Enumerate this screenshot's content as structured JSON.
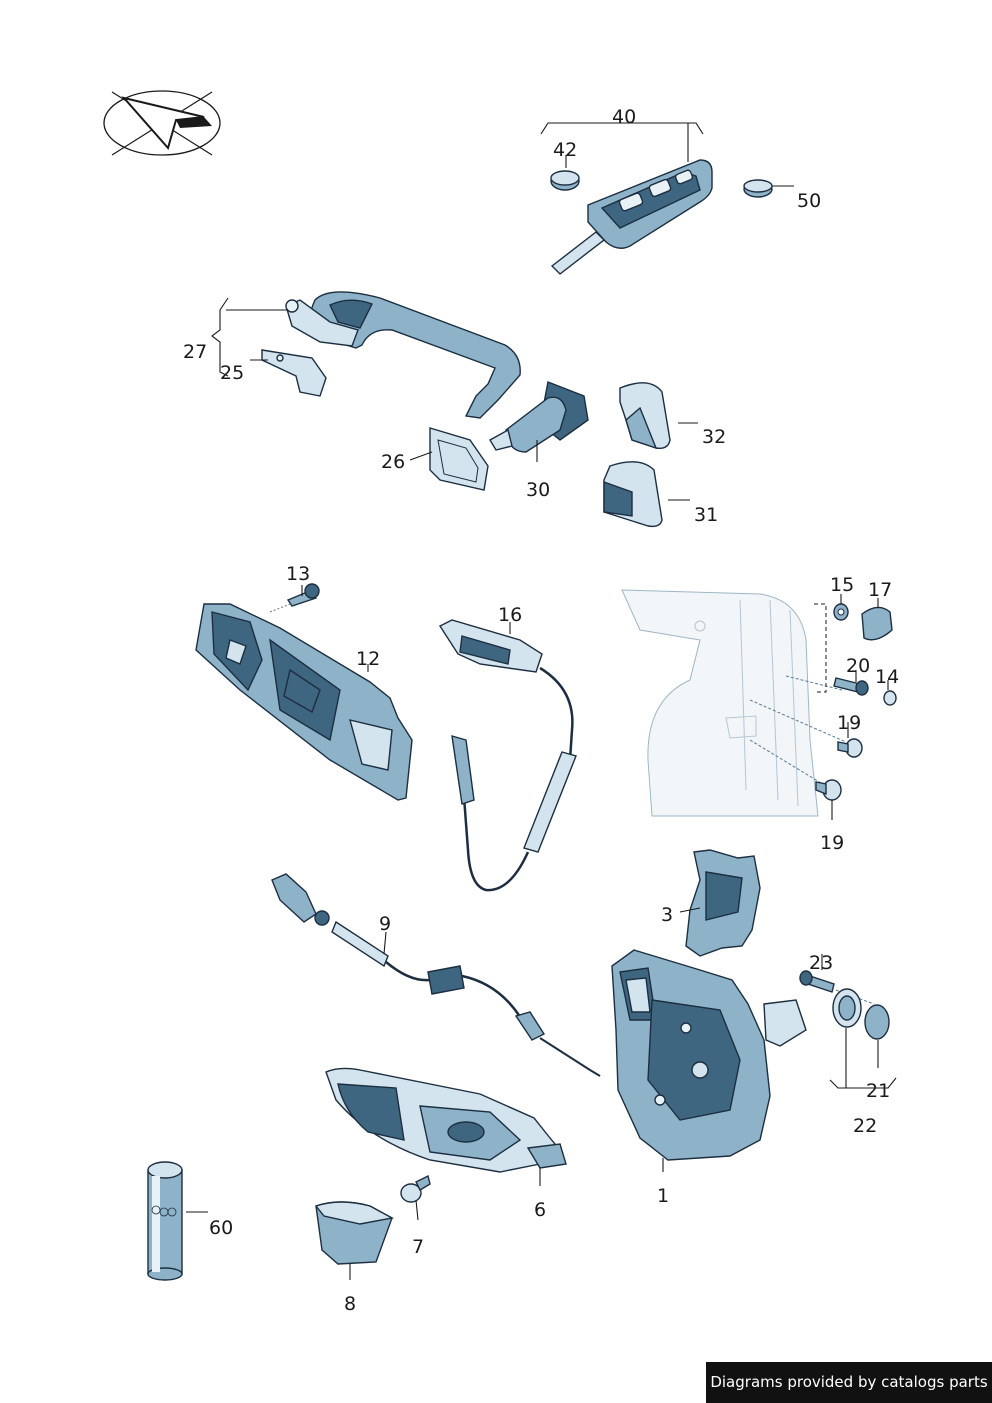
{
  "callouts": [
    {
      "id": "40",
      "label": "40"
    },
    {
      "id": "42",
      "label": "42"
    },
    {
      "id": "50",
      "label": "50"
    },
    {
      "id": "27",
      "label": "27"
    },
    {
      "id": "25",
      "label": "25"
    },
    {
      "id": "26",
      "label": "26"
    },
    {
      "id": "30",
      "label": "30"
    },
    {
      "id": "32",
      "label": "32"
    },
    {
      "id": "31",
      "label": "31"
    },
    {
      "id": "13",
      "label": "13"
    },
    {
      "id": "12",
      "label": "12"
    },
    {
      "id": "16",
      "label": "16"
    },
    {
      "id": "15",
      "label": "15"
    },
    {
      "id": "17",
      "label": "17"
    },
    {
      "id": "20",
      "label": "20"
    },
    {
      "id": "14",
      "label": "14"
    },
    {
      "id": "19a",
      "label": "19"
    },
    {
      "id": "19b",
      "label": "19"
    },
    {
      "id": "9",
      "label": "9"
    },
    {
      "id": "3",
      "label": "3"
    },
    {
      "id": "23",
      "label": "23"
    },
    {
      "id": "21",
      "label": "21"
    },
    {
      "id": "22",
      "label": "22"
    },
    {
      "id": "1",
      "label": "1"
    },
    {
      "id": "6",
      "label": "6"
    },
    {
      "id": "7",
      "label": "7"
    },
    {
      "id": "8",
      "label": "8"
    },
    {
      "id": "60",
      "label": "60"
    }
  ],
  "footer": {
    "credit": "Diagrams provided by catalogs parts"
  },
  "colors": {
    "part_dark": "#3f6680",
    "part_mid": "#8eb3c9",
    "part_light": "#d3e4ee",
    "banner": "#111111"
  }
}
